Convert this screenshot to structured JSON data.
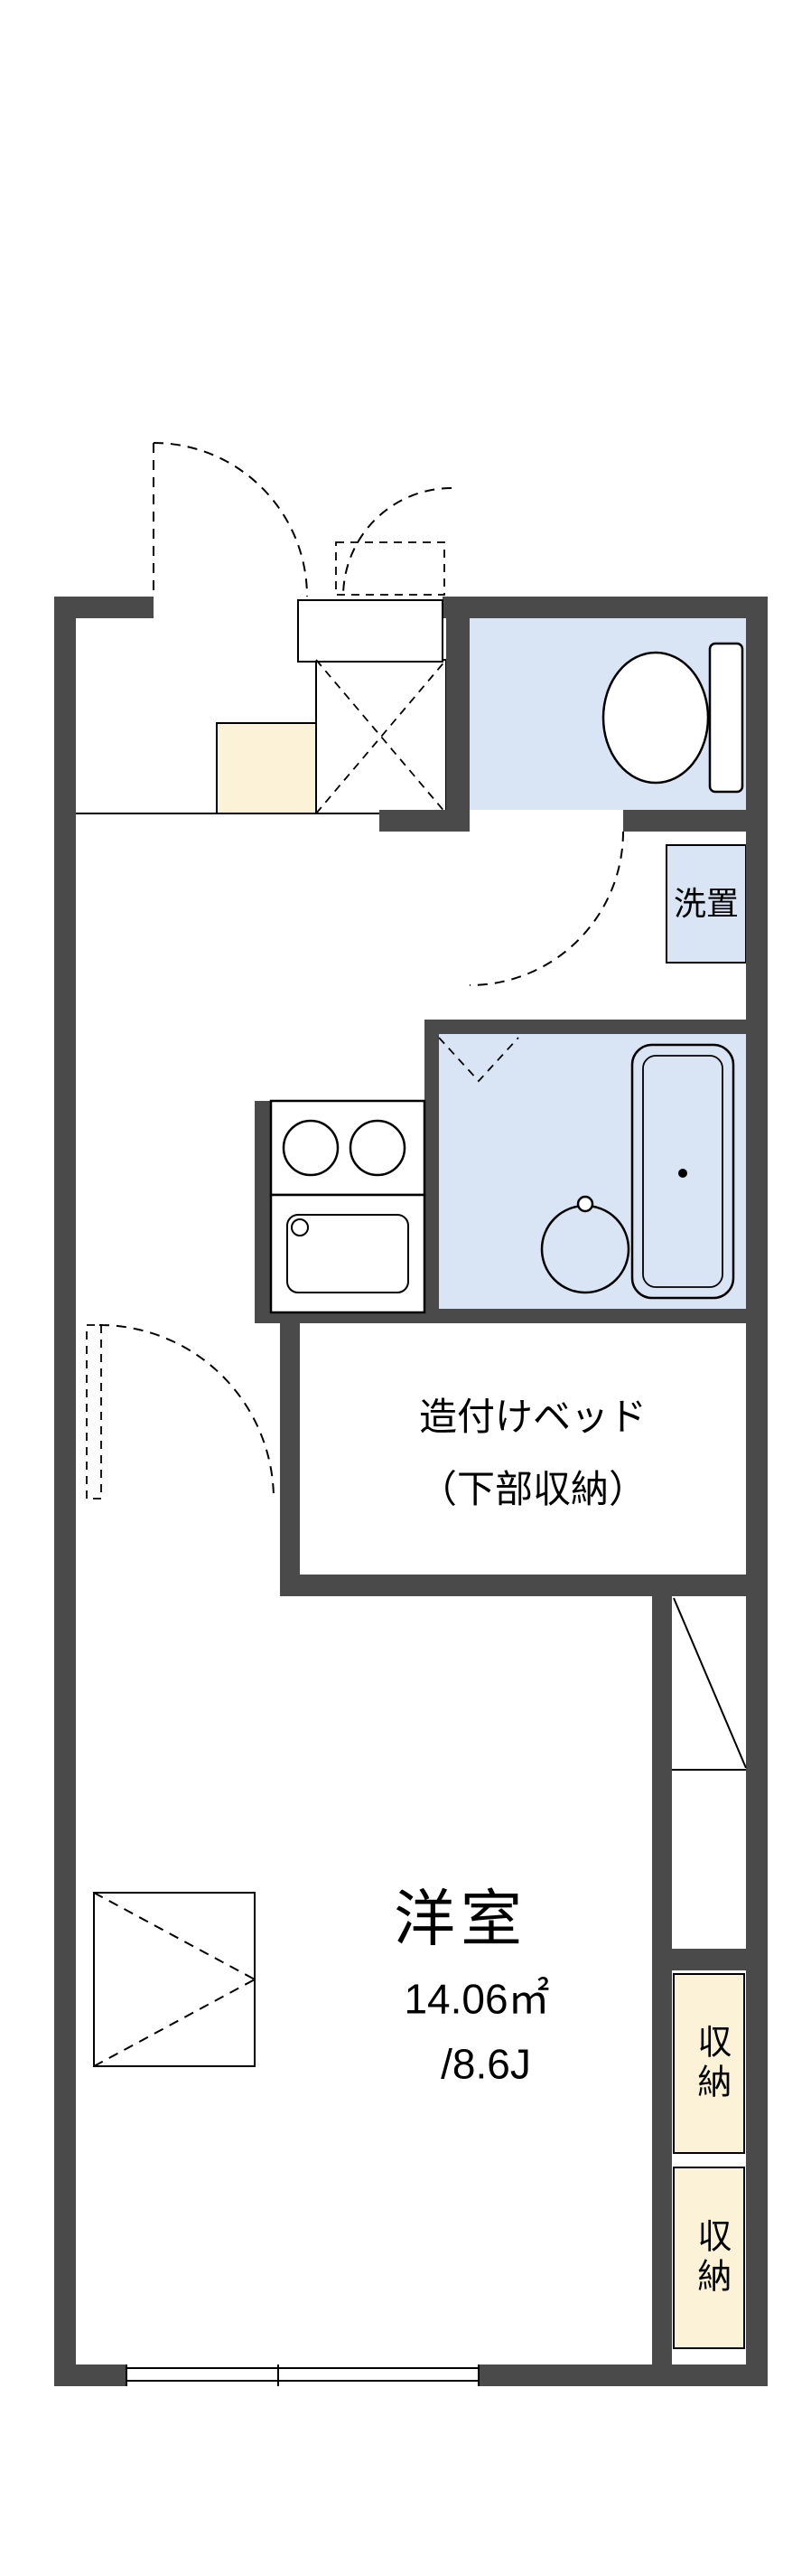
{
  "plan": {
    "colors": {
      "wall": "#4a4a4a",
      "wet_area_fill": "#d9e5f5",
      "storage_fill": "#fcf2d8",
      "line": "#000000",
      "background": "#ffffff"
    },
    "rooms": {
      "laundry_label": "洗置",
      "bed": {
        "line1": "造付けベッド",
        "line2": "（下部収納）"
      },
      "main_room": {
        "name": "洋室",
        "area_m2": "14.06㎡",
        "area_jo": "/8.6J"
      },
      "storage_boxes": [
        "収納",
        "収納"
      ]
    }
  }
}
